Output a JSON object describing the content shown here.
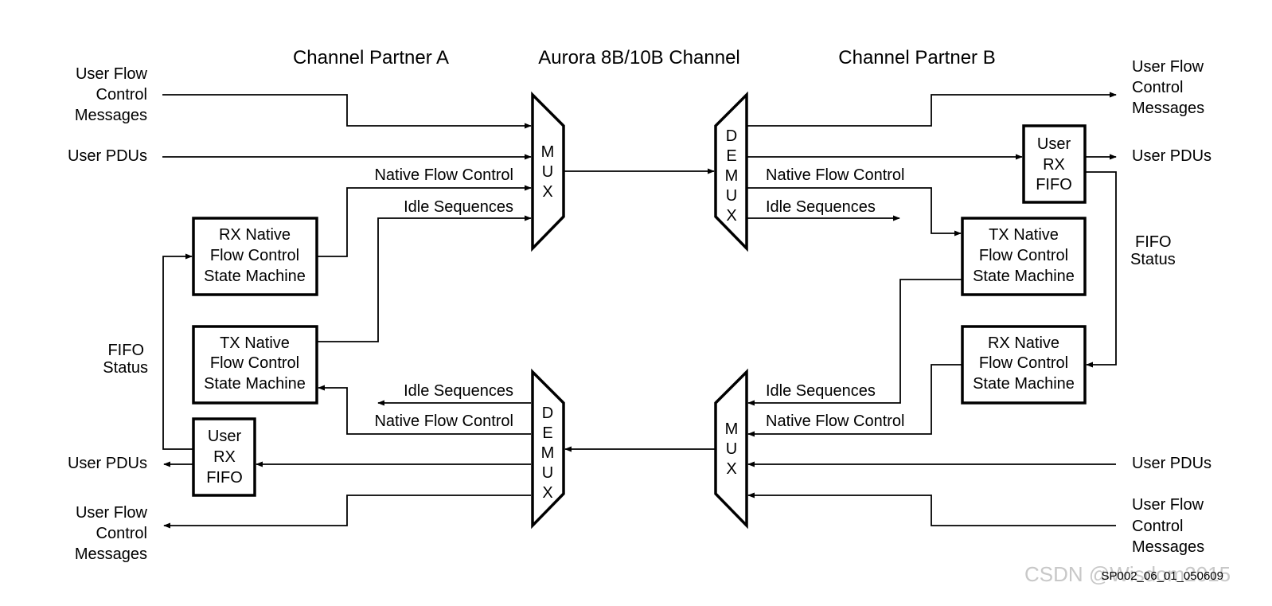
{
  "headers": {
    "partner_a": "Channel Partner A",
    "channel": "Aurora 8B/10B Channel",
    "partner_b": "Channel Partner B"
  },
  "left_labels": {
    "ufc_top": [
      "User Flow",
      "Control",
      "Messages"
    ],
    "pdus_top": "User PDUs",
    "fifo_status": [
      "FIFO",
      "Status"
    ],
    "pdus_bottom": "User PDUs",
    "ufc_bottom": [
      "User Flow",
      "Control",
      "Messages"
    ]
  },
  "right_labels": {
    "ufc_top": [
      "User Flow",
      "Control",
      "Messages"
    ],
    "pdus_top": "User PDUs",
    "fifo_status": [
      "FIFO",
      "Status"
    ],
    "pdus_bottom": "User PDUs",
    "ufc_bottom": [
      "User Flow",
      "Control",
      "Messages"
    ]
  },
  "signals": {
    "native_flow_control": "Native Flow Control",
    "idle_sequences": "Idle Sequences"
  },
  "blocks": {
    "rx_nfc_a": [
      "RX Native",
      "Flow Control",
      "State Machine"
    ],
    "tx_nfc_a": [
      "TX Native",
      "Flow Control",
      "State Machine"
    ],
    "user_rx_fifo_a": [
      "User",
      "RX",
      "FIFO"
    ],
    "user_rx_fifo_b": [
      "User",
      "RX",
      "FIFO"
    ],
    "tx_nfc_b": [
      "TX Native",
      "Flow Control",
      "State Machine"
    ],
    "rx_nfc_b": [
      "RX Native",
      "Flow Control",
      "State Machine"
    ]
  },
  "mux_letters": [
    "M",
    "U",
    "X"
  ],
  "demux_letters": [
    "D",
    "E",
    "M",
    "U",
    "X"
  ],
  "figure_id": "SP002_06_01_050609",
  "watermark": "CSDN @Wisdom2015"
}
